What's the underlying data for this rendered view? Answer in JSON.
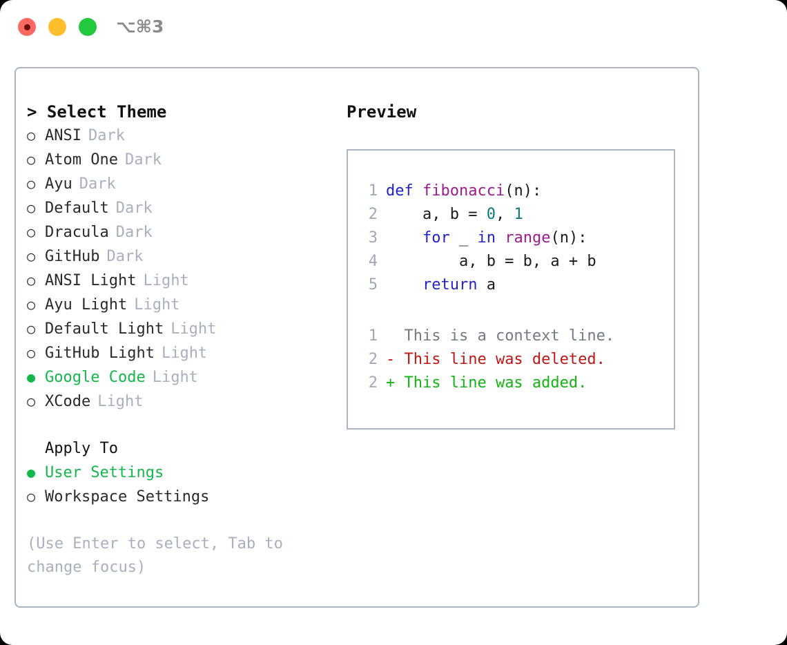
{
  "titlebar": {
    "shortcut": "⌥⌘3",
    "buttons": [
      {
        "name": "close",
        "color": "#fa6a63"
      },
      {
        "name": "minimize",
        "color": "#ffbe2e"
      },
      {
        "name": "zoom",
        "color": "#22c93e"
      }
    ]
  },
  "theme_panel": {
    "heading": "> Select Theme",
    "items": [
      {
        "bullet": "○",
        "label": "ANSI",
        "variant": "Dark",
        "selected": false
      },
      {
        "bullet": "○",
        "label": "Atom One",
        "variant": "Dark",
        "selected": false
      },
      {
        "bullet": "○",
        "label": "Ayu",
        "variant": "Dark",
        "selected": false
      },
      {
        "bullet": "○",
        "label": "Default",
        "variant": "Dark",
        "selected": false
      },
      {
        "bullet": "○",
        "label": "Dracula",
        "variant": "Dark",
        "selected": false
      },
      {
        "bullet": "○",
        "label": "GitHub",
        "variant": "Dark",
        "selected": false
      },
      {
        "bullet": "○",
        "label": "ANSI Light",
        "variant": "Light",
        "selected": false
      },
      {
        "bullet": "○",
        "label": "Ayu Light",
        "variant": "Light",
        "selected": false
      },
      {
        "bullet": "○",
        "label": "Default Light",
        "variant": "Light",
        "selected": false
      },
      {
        "bullet": "○",
        "label": "GitHub Light",
        "variant": "Light",
        "selected": false
      },
      {
        "bullet": "●",
        "label": "Google Code",
        "variant": "Light",
        "selected": true
      },
      {
        "bullet": "○",
        "label": "XCode",
        "variant": "Light",
        "selected": false
      }
    ]
  },
  "apply_to": {
    "heading": "Apply To",
    "options": [
      {
        "bullet": "●",
        "label": "User Settings",
        "selected": true
      },
      {
        "bullet": "○",
        "label": "Workspace Settings",
        "selected": false
      }
    ]
  },
  "hint": "(Use Enter to select, Tab to change focus)",
  "preview": {
    "heading": "Preview",
    "code_lines": [
      {
        "number": "1",
        "tokens": [
          {
            "text": "def ",
            "type": "kw"
          },
          {
            "text": "fibonacci",
            "type": "fn"
          },
          {
            "text": "(n):",
            "type": "punc"
          }
        ]
      },
      {
        "number": "2",
        "tokens": [
          {
            "text": "    a, b = ",
            "type": "txt"
          },
          {
            "text": "0",
            "type": "num"
          },
          {
            "text": ", ",
            "type": "txt"
          },
          {
            "text": "1",
            "type": "num"
          }
        ]
      },
      {
        "number": "3",
        "tokens": [
          {
            "text": "    ",
            "type": "txt"
          },
          {
            "text": "for",
            "type": "kw"
          },
          {
            "text": " _ ",
            "type": "txt"
          },
          {
            "text": "in",
            "type": "kw"
          },
          {
            "text": " ",
            "type": "txt"
          },
          {
            "text": "range",
            "type": "fn"
          },
          {
            "text": "(n):",
            "type": "punc"
          }
        ]
      },
      {
        "number": "4",
        "tokens": [
          {
            "text": "        a, b = b, a + b",
            "type": "txt"
          }
        ]
      },
      {
        "number": "5",
        "tokens": [
          {
            "text": "    ",
            "type": "txt"
          },
          {
            "text": "return",
            "type": "kw"
          },
          {
            "text": " a",
            "type": "txt"
          }
        ]
      }
    ],
    "diff_lines": [
      {
        "number": "1",
        "marker": " ",
        "text": " This is a context line.",
        "kind": "ctx"
      },
      {
        "number": "2",
        "marker": "-",
        "text": " This line was deleted.",
        "kind": "del"
      },
      {
        "number": "2",
        "marker": "+",
        "text": " This line was added.",
        "kind": "add"
      }
    ]
  },
  "colors": {
    "accent_green": "#13b84a",
    "muted": "#a9b0bd",
    "border": "#aab4c2",
    "keyword": "#2222cc",
    "function": "#9b1c8f",
    "number": "#0b7a78",
    "diff_add": "#12b512",
    "diff_del": "#c01616",
    "diff_ctx": "#747b85"
  }
}
